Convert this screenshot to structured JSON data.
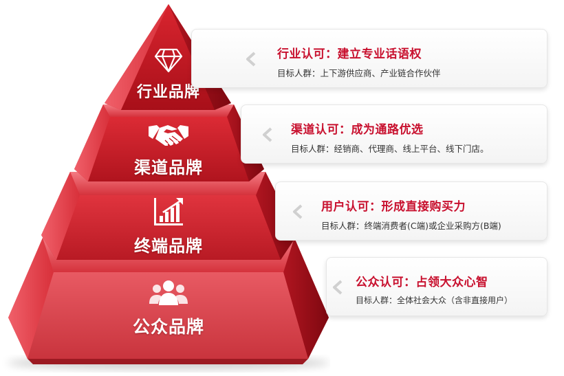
{
  "tiers": [
    {
      "label": "行业品牌",
      "icon": "diamond-icon"
    },
    {
      "label": "渠道品牌",
      "icon": "handshake-icon"
    },
    {
      "label": "终端品牌",
      "icon": "growth-chart-icon"
    },
    {
      "label": "公众品牌",
      "icon": "people-group-icon"
    }
  ],
  "cards": [
    {
      "title": "行业认可：建立专业话语权",
      "audience": "目标人群：上下游供应商、产业链合作伙伴"
    },
    {
      "title": "渠道认可：成为通路优选",
      "audience": "目标人群：经销商、代理商、线上平台、线下门店。"
    },
    {
      "title": "用户认可：形成直接购买力",
      "audience": "目标人群：终端消费者(C端)或企业采购方(B端)"
    },
    {
      "title": "公众认可：占领大众心智",
      "audience": "目标人群：全体社会大众（含非直接用户）"
    }
  ],
  "colors": {
    "tier_top": "#c4121e",
    "tier_light": "#e8404c",
    "tier_dark": "#8e0a14",
    "title_red": "#c8102e"
  }
}
